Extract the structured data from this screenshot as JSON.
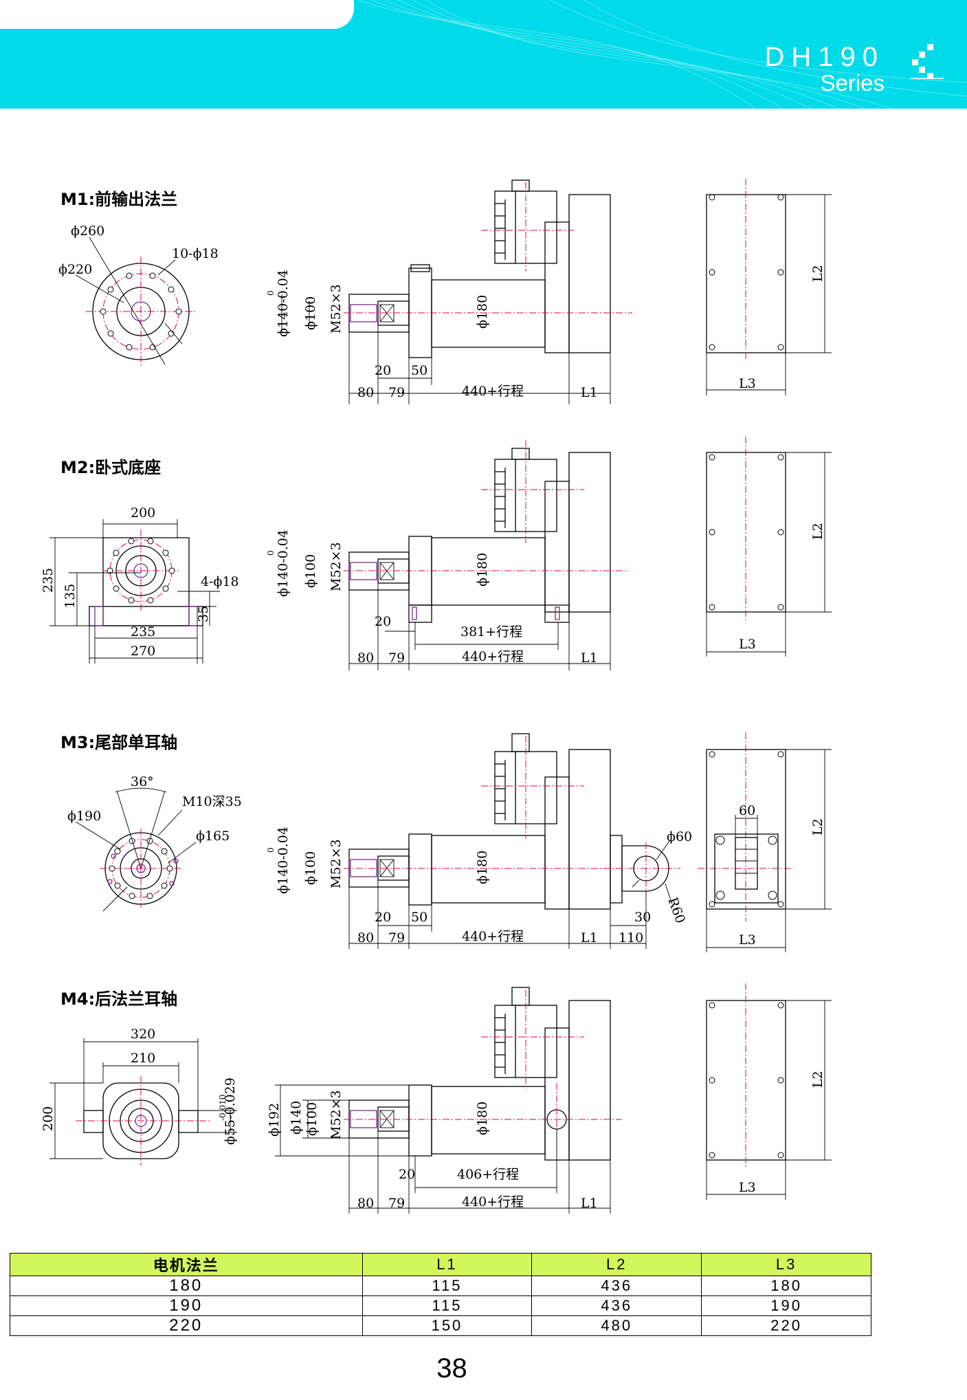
{
  "header": {
    "series_title": "DH190",
    "series_sub": "Series"
  },
  "sections": {
    "m1": {
      "label": "M1:前输出法兰",
      "front": {
        "d260": "ϕ260",
        "d220": "ϕ220",
        "holes": "10-ϕ18"
      },
      "side": {
        "flange": "ϕ140-0.04",
        "flange_tol": "0",
        "d100": "ϕ100",
        "thread": "M52×3",
        "d180": "ϕ180",
        "d20": "20",
        "d50": "50",
        "d80": "80",
        "d79": "79",
        "stroke": "440+行程",
        "l1": "L1"
      },
      "rear": {
        "l2": "L2",
        "l3": "L3"
      }
    },
    "m2": {
      "label": "M2:卧式底座",
      "front": {
        "w200": "200",
        "h235": "235",
        "h135": "135",
        "holes": "4-ϕ18",
        "h35": "35",
        "w235": "235",
        "w270": "270"
      },
      "side": {
        "flange": "ϕ140-0.04",
        "flange_tol": "0",
        "d100": "ϕ100",
        "thread": "M52×3",
        "d180": "ϕ180",
        "d20": "20",
        "stroke381": "381+行程",
        "d80": "80",
        "d79": "79",
        "stroke": "440+行程",
        "l1": "L1"
      },
      "rear": {
        "l2": "L2",
        "l3": "L3"
      }
    },
    "m3": {
      "label": "M3:尾部单耳轴",
      "front": {
        "angle": "36°",
        "d190": "ϕ190",
        "screw": "M10深35",
        "d165": "ϕ165"
      },
      "side": {
        "flange": "ϕ140-0.04",
        "flange_tol": "0",
        "d100": "ϕ100",
        "thread": "M52×3",
        "d180": "ϕ180",
        "d60": "ϕ60",
        "r60": "R60",
        "d20": "20",
        "d50": "50",
        "d30": "30",
        "d80": "80",
        "d79": "79",
        "stroke": "440+行程",
        "l1": "L1",
        "d110": "110"
      },
      "rear": {
        "w60": "60",
        "l2": "L2",
        "l3": "L3"
      }
    },
    "m4": {
      "label": "M4:后法兰耳轴",
      "front": {
        "w320": "320",
        "w210": "210",
        "h200": "200",
        "shaft": "ϕ55-0.029",
        "shaft_tol": "-0.010"
      },
      "side": {
        "d192": "ϕ192",
        "d140": "ϕ140",
        "d100": "ϕ100",
        "thread": "M52×3",
        "d180": "ϕ180",
        "d20": "20",
        "stroke406": "406+行程",
        "d80": "80",
        "d79": "79",
        "stroke": "440+行程",
        "l1": "L1"
      },
      "rear": {
        "l2": "L2",
        "l3": "L3"
      }
    }
  },
  "table": {
    "headers": [
      "电机法兰",
      "L1",
      "L2",
      "L3"
    ],
    "rows": [
      [
        "180",
        "115",
        "436",
        "180"
      ],
      [
        "190",
        "115",
        "436",
        "190"
      ],
      [
        "220",
        "150",
        "480",
        "220"
      ]
    ]
  },
  "page_number": "38",
  "colors": {
    "header_bg": "#00dbea",
    "table_header_bg": "#d2f75a",
    "centerline": "#e0003c"
  }
}
